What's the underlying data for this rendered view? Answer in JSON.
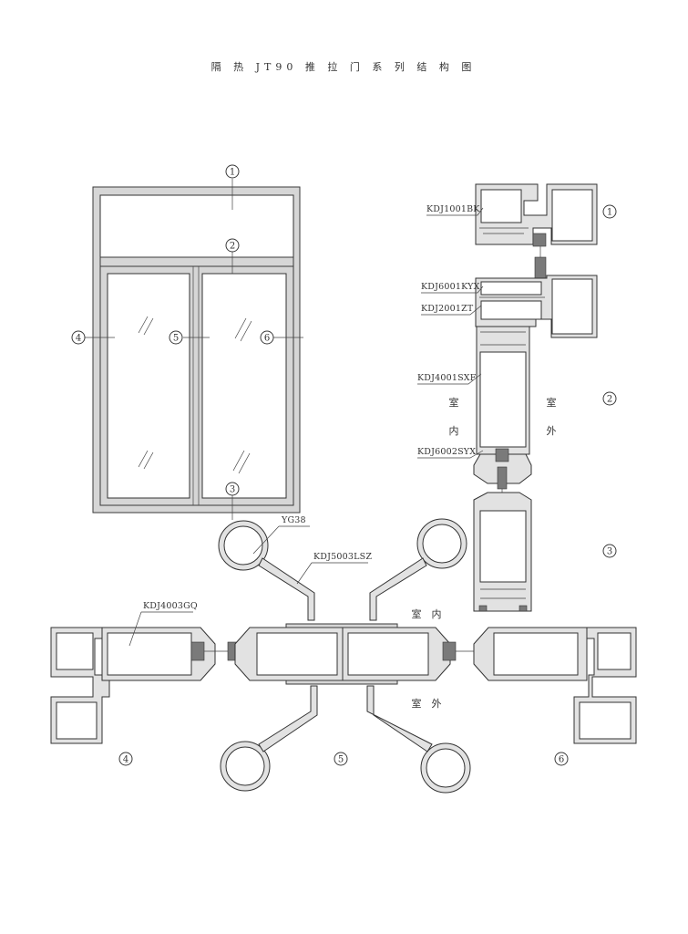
{
  "title": "隔 热 JT90 推 拉 门 系 列 结 构 图",
  "markers": {
    "m1": "1",
    "m2": "2",
    "m3": "3",
    "m4": "4",
    "m5": "5",
    "m6": "6"
  },
  "parts": {
    "p1": "KDJ1001BK",
    "p2": "KDJ6001KYX",
    "p3": "KDJ2001ZT",
    "p4": "KDJ4001SXF",
    "p5": "KDJ6002SYX",
    "p6": "YG38",
    "p7": "KDJ5003LSZ",
    "p8": "KDJ4003GQ"
  },
  "side_labels": {
    "indoor_1": "室",
    "indoor_2": "内",
    "outdoor_1": "室",
    "outdoor_2": "外",
    "indoor_h": "室　内",
    "outdoor_h": "室　外"
  }
}
